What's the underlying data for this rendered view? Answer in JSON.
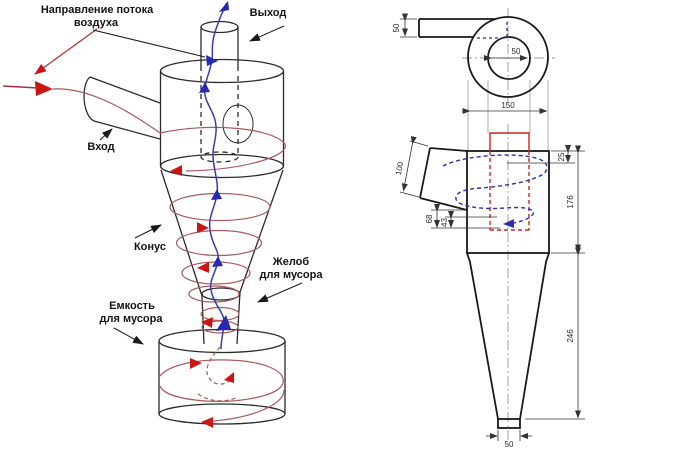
{
  "left_view": {
    "type": "perspective-cutaway-diagram",
    "labels": {
      "flow_direction": [
        "Направление потока",
        "воздуха"
      ],
      "outlet": "Выход",
      "inlet": "Вход",
      "cone": "Конус",
      "debris_chute": [
        "Желоб",
        "для мусора"
      ],
      "debris_bin": [
        "Емкость",
        "для мусора"
      ]
    }
  },
  "right_view": {
    "type": "dimensioned-technical-drawing",
    "dimensions": {
      "inlet_duct_height": "50",
      "vortex_tube_diameter": "50",
      "body_diameter": "150",
      "inlet_opening_length": "100",
      "outlet_inset_depth": "25",
      "cylinder_height": "176",
      "inlet_bottom_offset": "68",
      "vortex_end_offset": "43",
      "cone_height": "246",
      "apex_outlet_diameter": "50"
    }
  },
  "colors": {
    "background": "#ffffff",
    "outline": "#2b2b2b",
    "drawing_outline": "#1a1a1a",
    "spiral_red": "#a85c5c",
    "arrow_red": "#cc1515",
    "flow_blue": "#3b3bb0",
    "dashed_red": "#cc2424",
    "dashed_blue": "#2e2ea6",
    "dimension": "#333333",
    "centerline": "#999999"
  }
}
